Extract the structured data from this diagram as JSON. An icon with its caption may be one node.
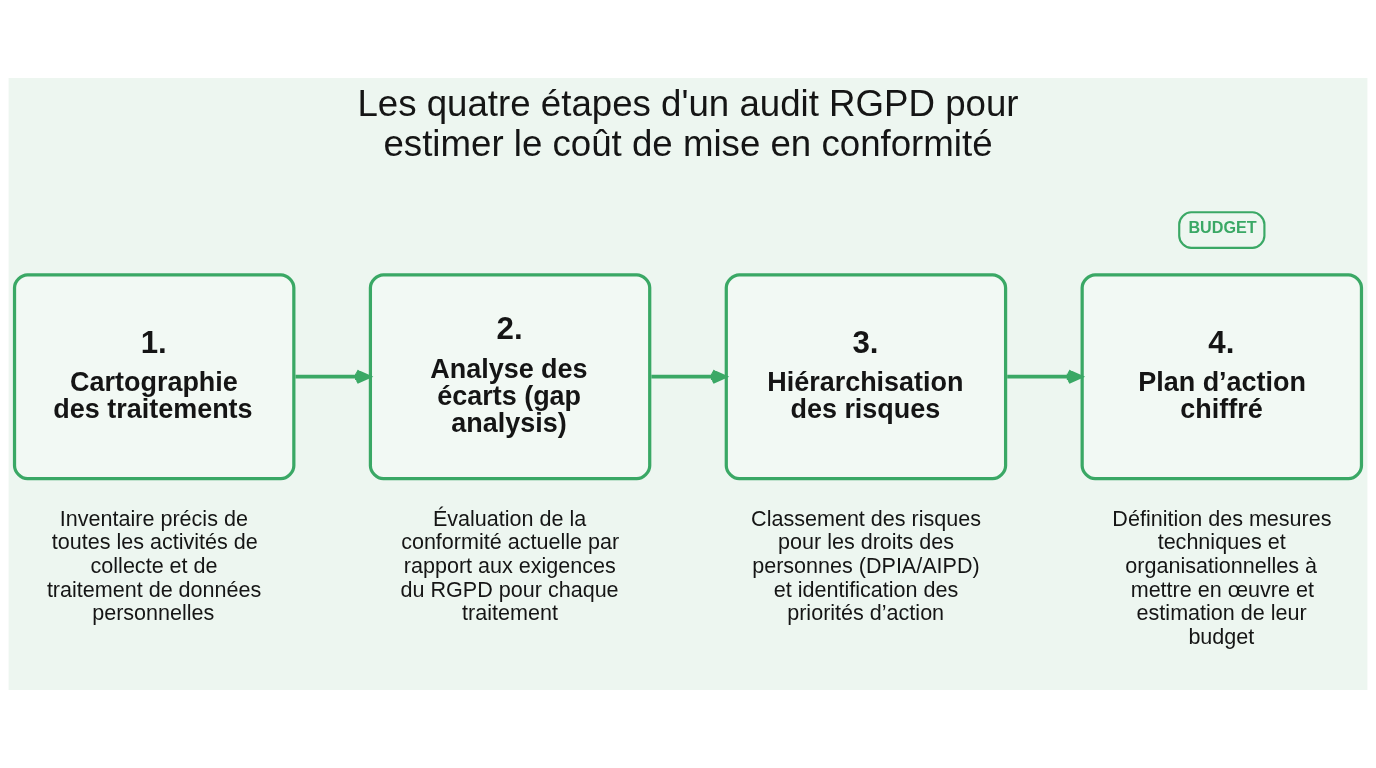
{
  "diagram": {
    "title": "Les quatre étapes d'un audit RGPD pour estimer le coût de mise en conformité",
    "nodes": [
      {
        "text": [
          "1.",
          "Cartographie des traitements"
        ],
        "beside": [
          "Inventaire précis de toutes les activités de collecte et de traitement de données personnelles"
        ]
      },
      {
        "text": [
          "2.",
          "Analyse des écarts (gap analysis)"
        ],
        "beside": [
          "Évaluation de la conformité actuelle par rapport aux exigences du RGPD pour chaque traitement"
        ]
      },
      {
        "text": [
          "3.",
          "Hiérarchisation des risques"
        ],
        "beside": [
          "Classement des risques pour les droits des personnes (DPIA/AIPD) et identification des priorités d’action"
        ]
      },
      {
        "text": [
          "4.",
          "Plan d’action chiffré"
        ],
        "beside": [
          "Définition des mesures techniques et organisationnelles à mettre en œuvre et estimation de leur budget"
        ]
      }
    ],
    "edges": [
      {
        "from": 0,
        "to": 1,
        "arrow": "to"
      },
      {
        "from": 1,
        "to": 2,
        "arrow": "to"
      },
      {
        "from": 2,
        "to": 3,
        "arrow": "to"
      }
    ],
    "labels": [
      "BUDGET"
    ]
  }
}
